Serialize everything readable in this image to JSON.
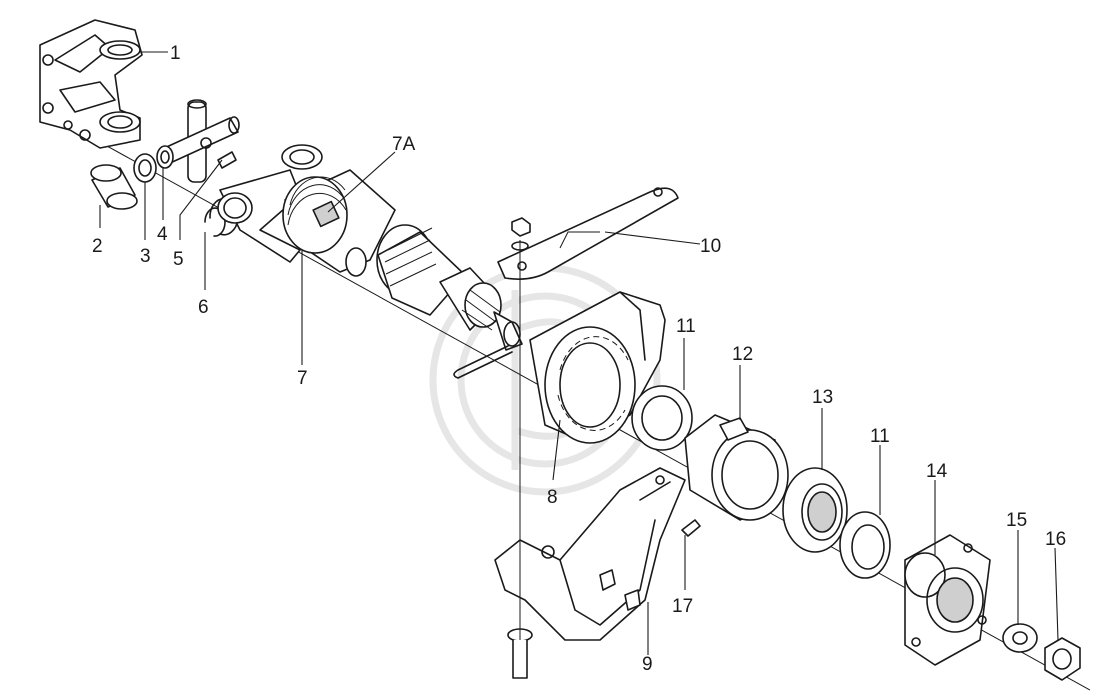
{
  "labels": {
    "l1": "1",
    "l2": "2",
    "l3": "3",
    "l4": "4",
    "l5": "5",
    "l6": "6",
    "l7": "7",
    "l7a": "7A",
    "l8": "8",
    "l9": "9",
    "l10": "10",
    "l11a": "11",
    "l11b": "11",
    "l12": "12",
    "l13": "13",
    "l14": "14",
    "l15": "15",
    "l16": "16",
    "l17": "17"
  }
}
